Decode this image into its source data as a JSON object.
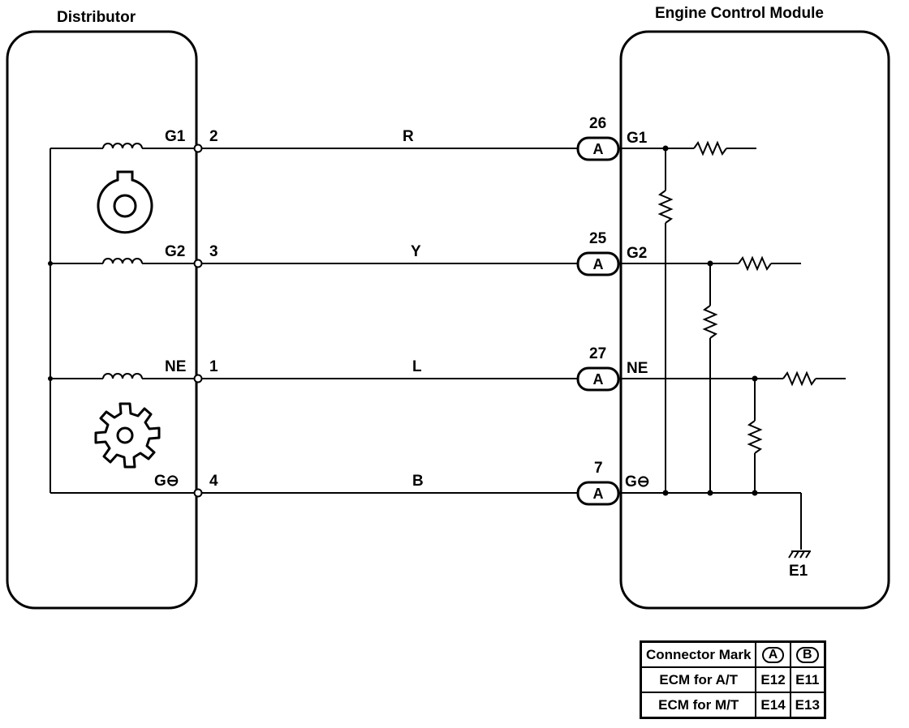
{
  "distributor": {
    "title": "Distributor",
    "pins": [
      {
        "signal": "G1",
        "pin": "2"
      },
      {
        "signal": "G2",
        "pin": "3"
      },
      {
        "signal": "NE",
        "pin": "1"
      },
      {
        "signal": "G⊖",
        "pin": "4"
      }
    ]
  },
  "wires": [
    {
      "color": "R"
    },
    {
      "color": "Y"
    },
    {
      "color": "L"
    },
    {
      "color": "B"
    }
  ],
  "ecm": {
    "title": "Engine Control Module",
    "pins": [
      {
        "pin": "26",
        "connector": "A",
        "signal": "G1"
      },
      {
        "pin": "25",
        "connector": "A",
        "signal": "G2"
      },
      {
        "pin": "27",
        "connector": "A",
        "signal": "NE"
      },
      {
        "pin": "7",
        "connector": "A",
        "signal": "G⊖"
      }
    ],
    "ground_label": "E1"
  },
  "connector_table": {
    "header": {
      "label": "Connector Mark",
      "col_a": "A",
      "col_b": "B"
    },
    "rows": [
      {
        "label": "ECM for A/T",
        "a": "E12",
        "b": "E11"
      },
      {
        "label": "ECM for M/T",
        "a": "E14",
        "b": "E13"
      }
    ]
  }
}
